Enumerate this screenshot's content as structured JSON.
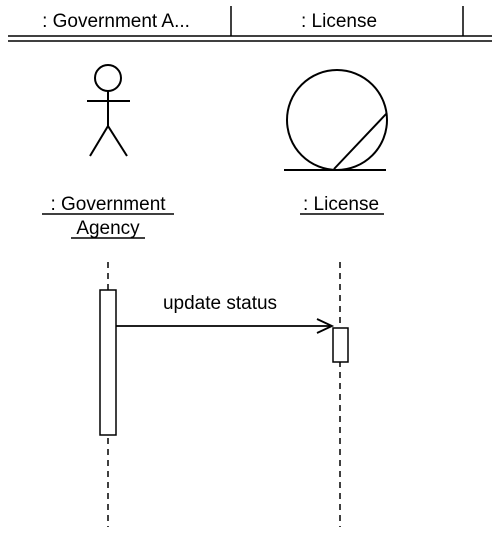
{
  "header": {
    "columns": [
      {
        "label": ": Government A..."
      },
      {
        "label": ": License"
      }
    ]
  },
  "lifelines": [
    {
      "kind": "actor",
      "name_lines": [
        ": Government",
        "Agency"
      ]
    },
    {
      "kind": "entity",
      "name_lines": [
        ": License"
      ]
    }
  ],
  "messages": [
    {
      "label": "update status",
      "from": 0,
      "to": 1
    }
  ],
  "colors": {
    "stroke": "#000000",
    "background": "#ffffff"
  }
}
